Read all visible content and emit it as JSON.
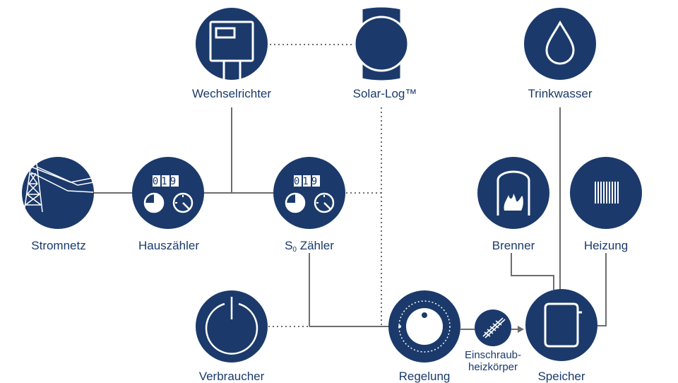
{
  "colors": {
    "node_fill": "#1b3a6b",
    "line": "#6d6d6d",
    "label": "#1b3a6b",
    "background": "#ffffff"
  },
  "nodes": {
    "wechselrichter": {
      "label": "Wechselrichter",
      "icon": "inverter-icon"
    },
    "solarlog": {
      "label": "Solar-Log™",
      "icon": "solar-log-device-icon"
    },
    "trinkwasser": {
      "label": "Trinkwasser",
      "icon": "water-drop-icon"
    },
    "stromnetz": {
      "label": "Stromnetz",
      "icon": "power-pylon-icon"
    },
    "hauszaehler": {
      "label": "Hauszähler",
      "icon": "meter-icon",
      "counter": "019"
    },
    "s0zaehler": {
      "label_main": "S",
      "label_sub": "0",
      "label_rest": " Zähler",
      "icon": "meter-icon",
      "counter": "019"
    },
    "brenner": {
      "label": "Brenner",
      "icon": "burner-flame-icon"
    },
    "heizung": {
      "label": "Heizung",
      "icon": "radiator-icon"
    },
    "verbraucher": {
      "label": "Verbraucher",
      "icon": "power-button-icon"
    },
    "regelung": {
      "label": "Regelung",
      "icon": "control-dial-icon"
    },
    "einschraub": {
      "label_line1": "Einschraub-",
      "label_line2": "heizkörper",
      "icon": "heating-coil-icon"
    },
    "speicher": {
      "label": "Speicher",
      "icon": "storage-tank-icon"
    }
  }
}
